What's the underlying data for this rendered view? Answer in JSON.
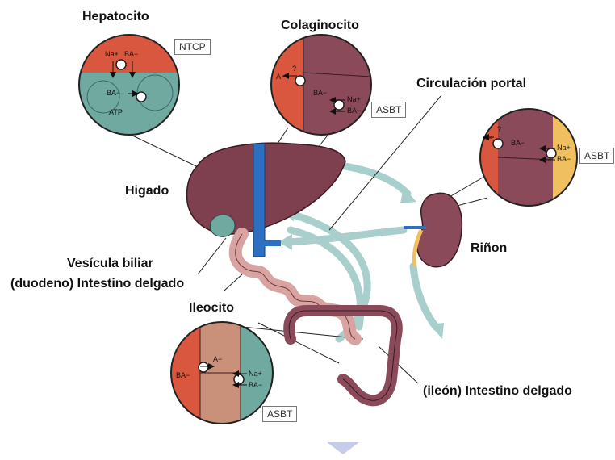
{
  "labels": {
    "hepatocito": "Hepatocito",
    "colaginocito": "Colaginocito",
    "circulacion_portal": "Circulación portal",
    "higado": "Higado",
    "rinon": "Riñon",
    "vesicula_biliar": "Vesícula biliar",
    "duodeno": "(duodeno) Intestino delgado",
    "ileocito": "Ileocito",
    "ileon": "(ileón) Intestino delgado"
  },
  "transporters": {
    "ntcp": "NTCP",
    "asbt_colangiocito": "ASBT",
    "asbt_rinon": "ASBT",
    "asbt_ileocito": "ASBT"
  },
  "cell_text": {
    "na_plus": "Na+",
    "ba_minus": "BA−",
    "atp": "ATP",
    "a_minus": "A−",
    "question": "?"
  },
  "colors": {
    "cell_red": "#d9573e",
    "cell_teal": "#6fa9a0",
    "cell_purple": "#8a4a5a",
    "liver": "#7e3f4f",
    "portal_blue": "#2d6fc0",
    "flow_arrow": "#a8cfcc",
    "gut_pink": "#d8a3a0",
    "kidney_yellow": "#f0c060"
  }
}
